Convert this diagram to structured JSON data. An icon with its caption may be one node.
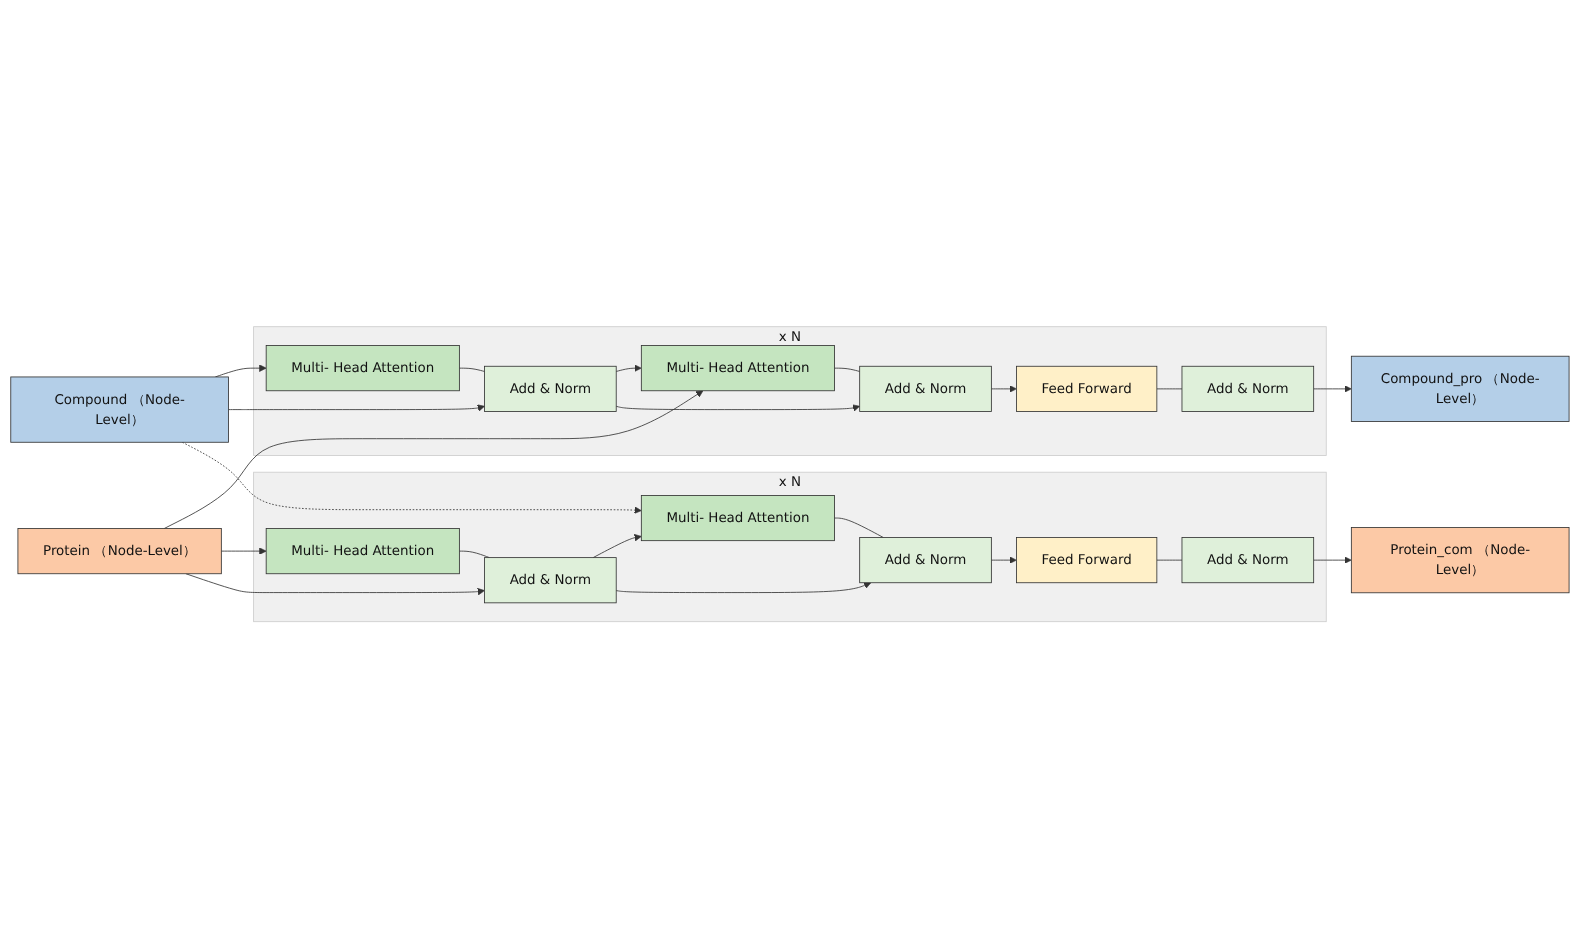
{
  "diagram": {
    "nodes": [
      {
        "text": [
          "Compound （Node-Level）"
        ]
      },
      {
        "text": [
          "x N"
        ]
      },
      {
        "text": [
          "Multi- Head Attention"
        ],
        "in": 1
      },
      {
        "text": [
          "Add & Norm"
        ],
        "in": 1
      },
      {
        "text": [
          "Multi- Head Attention"
        ],
        "in": 1
      },
      {
        "text": [
          "Add & Norm"
        ],
        "in": 1
      },
      {
        "text": [
          "Feed Forward"
        ],
        "in": 1
      },
      {
        "text": [
          "Add & Norm"
        ],
        "in": 1
      },
      {
        "text": [
          "Compound_pro （Node-Level）"
        ]
      },
      {
        "text": [
          "Protein （Node-Level）"
        ]
      },
      {
        "text": [
          "x N"
        ]
      },
      {
        "text": [
          "Multi- Head Attention"
        ],
        "in": 10
      },
      {
        "text": [
          "Add & Norm"
        ],
        "in": 10
      },
      {
        "text": [
          "Multi- Head Attention"
        ],
        "in": 10
      },
      {
        "text": [
          "Add & Norm"
        ],
        "in": 10
      },
      {
        "text": [
          "Feed Forward"
        ],
        "in": 10
      },
      {
        "text": [
          "Add & Norm"
        ],
        "in": 10
      },
      {
        "text": [
          "Protein_com （Node-Level）"
        ]
      }
    ],
    "edges": [
      {
        "from": 0,
        "to": 2,
        "arrow": "to"
      },
      {
        "from": 0,
        "to": 3,
        "arrow": "to"
      },
      {
        "from": 2,
        "to": 3,
        "arrow": "none"
      },
      {
        "from": 3,
        "to": 4,
        "arrow": "to"
      },
      {
        "from": 3,
        "to": 5,
        "arrow": "to"
      },
      {
        "from": 9,
        "to": 4,
        "arrow": "to"
      },
      {
        "from": 4,
        "to": 5,
        "arrow": "none"
      },
      {
        "from": 5,
        "to": 6,
        "arrow": "to"
      },
      {
        "from": 6,
        "to": 7,
        "arrow": "none"
      },
      {
        "from": 7,
        "to": 8,
        "arrow": "to"
      },
      {
        "from": 9,
        "to": 11,
        "arrow": "to"
      },
      {
        "from": 9,
        "to": 12,
        "arrow": "to"
      },
      {
        "from": 11,
        "to": 12,
        "arrow": "none"
      },
      {
        "from": 12,
        "to": 13,
        "arrow": "to"
      },
      {
        "from": 12,
        "to": 14,
        "arrow": "to"
      },
      {
        "from": 0,
        "to": 13,
        "arrow": "to",
        "style": "dashed"
      },
      {
        "from": 13,
        "to": 14,
        "arrow": "none"
      },
      {
        "from": 14,
        "to": 15,
        "arrow": "to"
      },
      {
        "from": 15,
        "to": 16,
        "arrow": "none"
      },
      {
        "from": 16,
        "to": 17,
        "arrow": "to"
      }
    ]
  }
}
